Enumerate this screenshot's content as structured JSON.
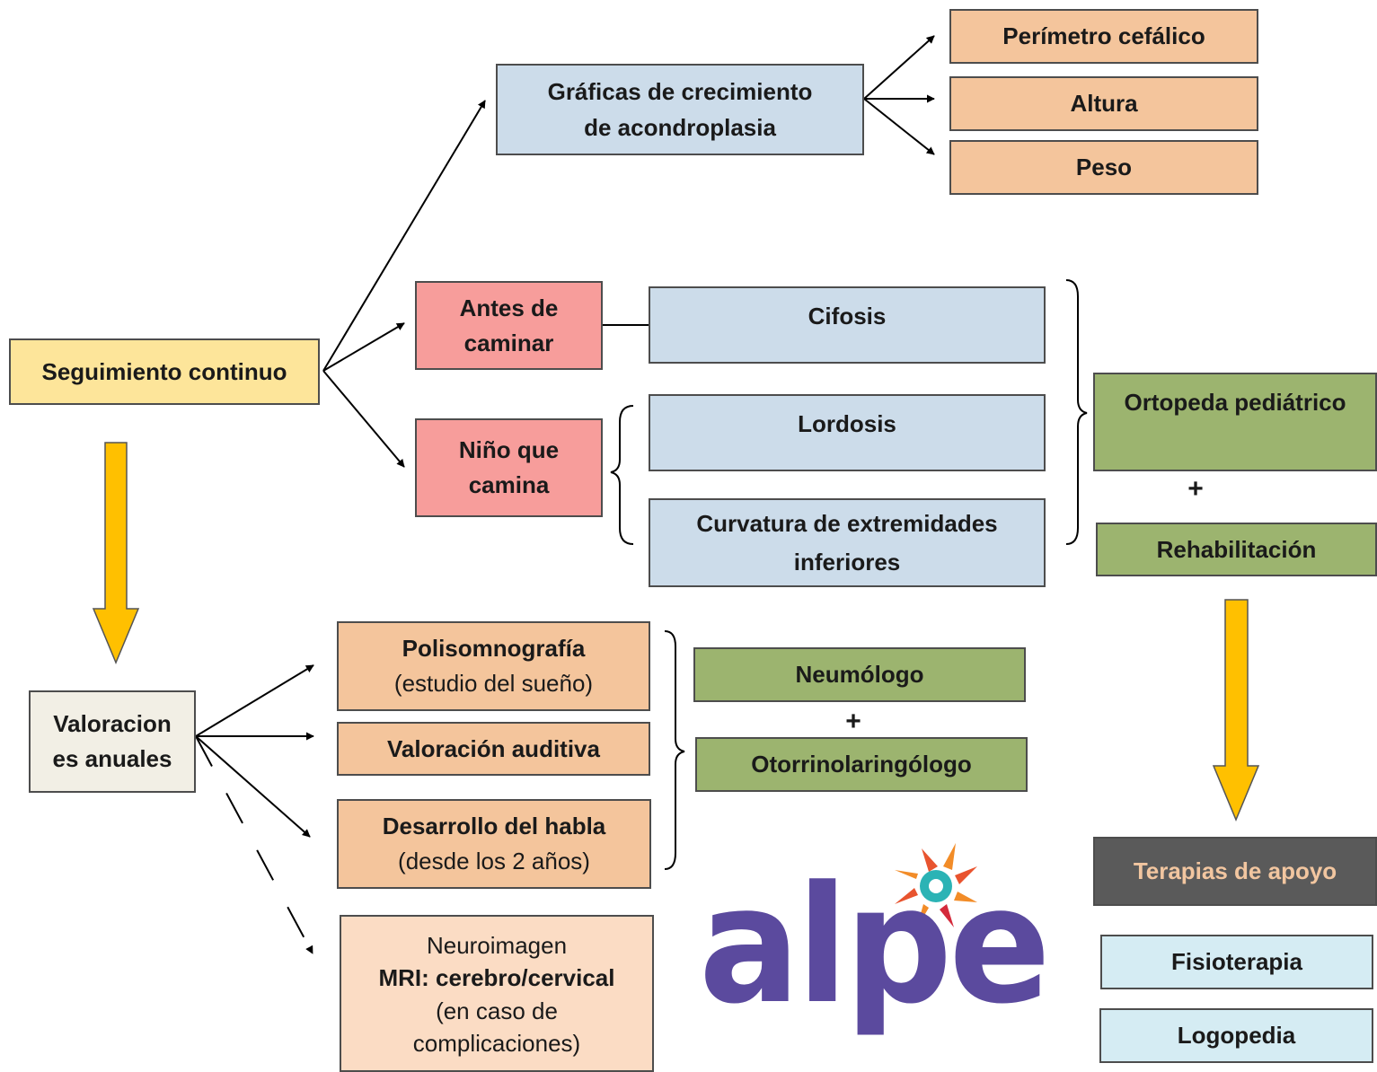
{
  "root": {
    "label": "Seguimiento continuo"
  },
  "growth": {
    "label": "Gráficas de crecimiento de acondroplasia",
    "items": [
      "Perímetro cefálico",
      "Altura",
      "Peso"
    ]
  },
  "stages": {
    "before_walking": "Antes de caminar",
    "walking": "Niño que camina"
  },
  "conditions": {
    "cifosis": "Cifosis",
    "lordosis": "Lordosis",
    "curvature": "Curvatura de extremidades inferiores"
  },
  "orthopedics": {
    "specialist": "Ortopeda pediátrico",
    "plus": "+",
    "rehab": "Rehabilitación"
  },
  "annual": {
    "label": "Valoracion es anuales",
    "polysomnography_title": "Polisomnografía",
    "polysomnography_sub": "(estudio del sueño)",
    "hearing": "Valoración auditiva",
    "speech_title": "Desarrollo del habla",
    "speech_sub": "(desde los 2 años)",
    "neuro_title": "Neuroimagen",
    "neuro_bold": "MRI: cerebro/cervical",
    "neuro_sub1": "(en caso de",
    "neuro_sub2": "complicaciones)"
  },
  "specialists": {
    "pneumologist": "Neumólogo",
    "plus": "+",
    "ent": "Otorrinolaringólogo"
  },
  "therapies": {
    "title": "Terapias de apoyo",
    "items": [
      "Fisioterapia",
      "Logopedia"
    ]
  },
  "logo": {
    "text": "alpe"
  },
  "colors": {
    "yellow": "#fde59a",
    "blue": "#ccdcea",
    "orange": "#f4c59c",
    "pink": "#f79d9b",
    "green": "#9cb46f",
    "arrow_yellow": "#ffc000",
    "logo_purple": "#5b4a9e"
  }
}
